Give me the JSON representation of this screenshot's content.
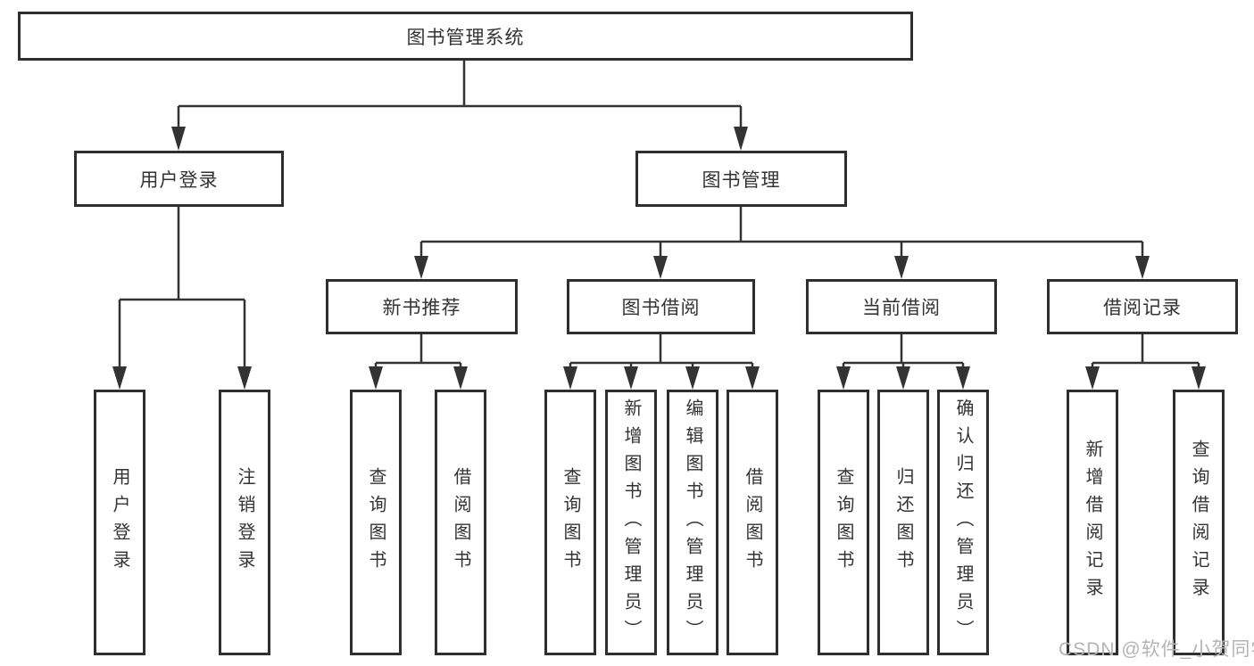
{
  "diagram": {
    "root": {
      "label": "图书管理系统",
      "children": [
        {
          "label": "用户登录",
          "children": [
            {
              "label": "用户登录"
            },
            {
              "label": "注销登录"
            }
          ]
        },
        {
          "label": "图书管理",
          "children": [
            {
              "label": "新书推荐",
              "children": [
                {
                  "label": "查询图书"
                },
                {
                  "label": "借阅图书"
                }
              ]
            },
            {
              "label": "图书借阅",
              "children": [
                {
                  "label": "查询图书"
                },
                {
                  "label": "新增图书（管理员）"
                },
                {
                  "label": "编辑图书（管理员）"
                },
                {
                  "label": "借阅图书"
                }
              ]
            },
            {
              "label": "当前借阅",
              "children": [
                {
                  "label": "查询图书"
                },
                {
                  "label": "归还图书"
                },
                {
                  "label": "确认归还（管理员）"
                }
              ]
            },
            {
              "label": "借阅记录",
              "children": [
                {
                  "label": "新增借阅记录"
                },
                {
                  "label": "查询借阅记录"
                }
              ]
            }
          ]
        }
      ]
    },
    "watermark": "CSDN @软件_小贺同学",
    "colors": {
      "line": "#333333",
      "box_border": "#2f2f2f",
      "text": "#333333",
      "watermark": "#b4b4b4",
      "background": "#ffffff"
    }
  }
}
